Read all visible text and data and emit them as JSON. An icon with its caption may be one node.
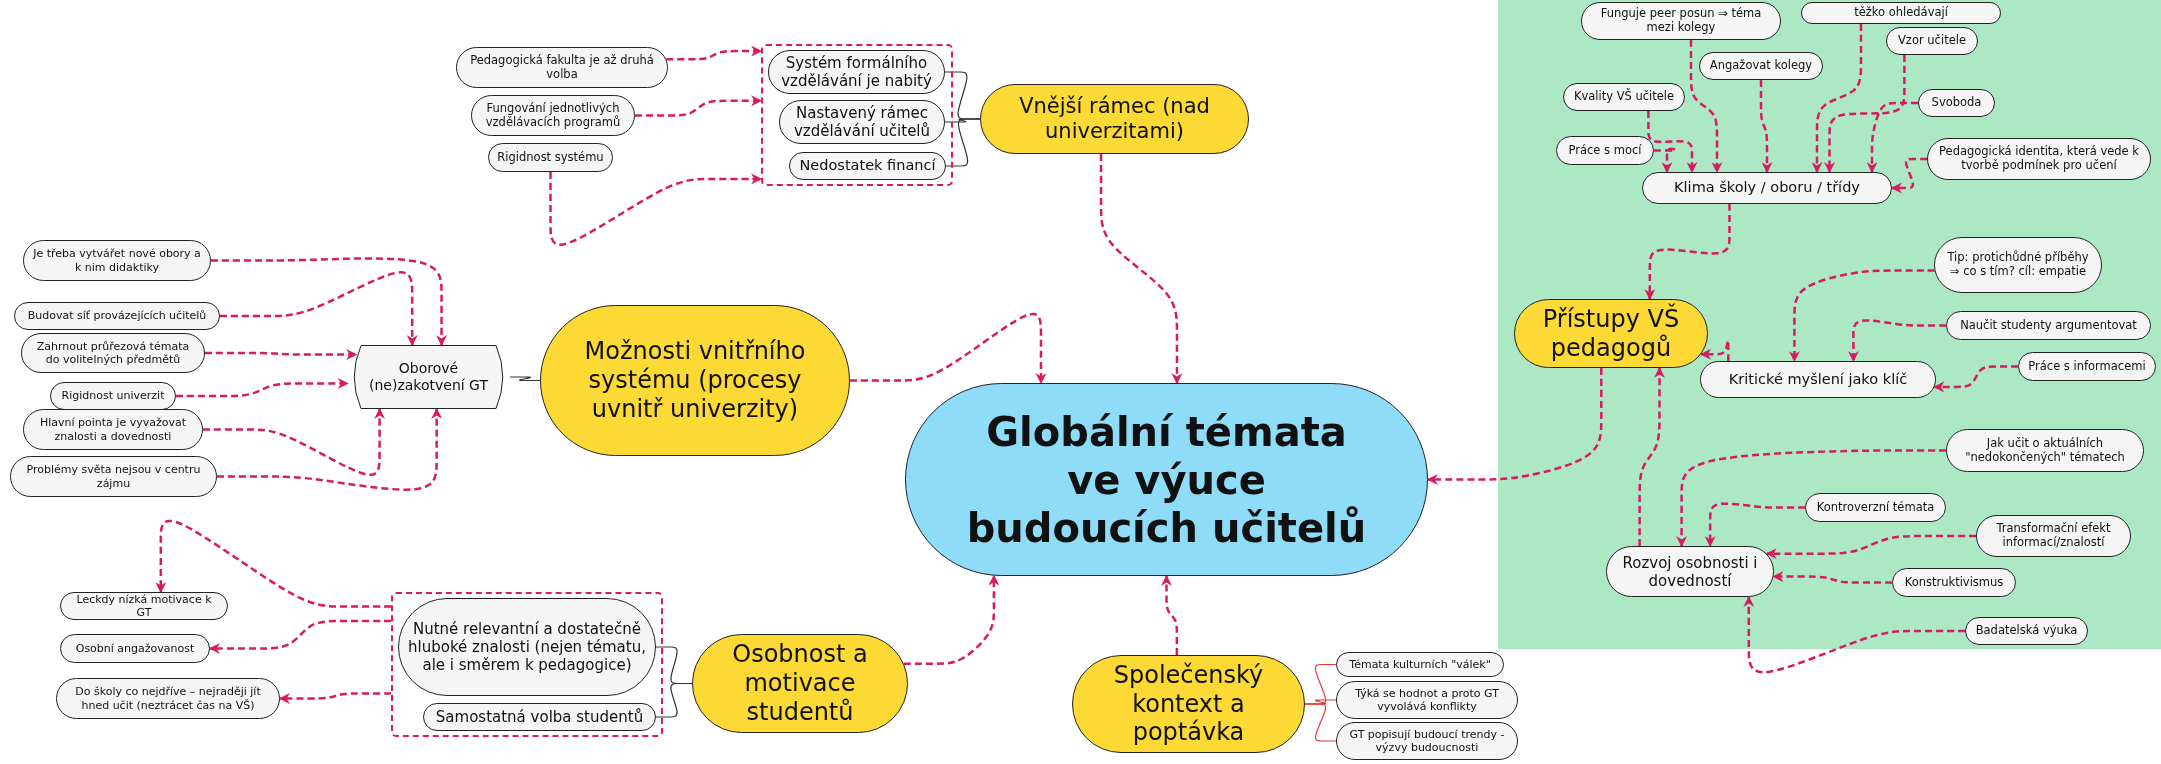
{
  "diagram": {
    "nodes": [
      {
        "text": [
          "Globální témata ve výuce budoucích učitelů"
        ]
      },
      {
        "text": [
          "Vnější rámec (nad univerzitami)"
        ]
      },
      {
        "text": [],
        "shape": "box"
      },
      {
        "text": [
          "Systém formálního vzdělávání je nabitý"
        ],
        "in": 2
      },
      {
        "text": [
          "Nastavený rámec vzdělávání učitelů"
        ],
        "in": 2
      },
      {
        "text": [
          "Nedostatek financí"
        ],
        "in": 2
      },
      {
        "text": [
          "Pedagogická fakulta je až druhá volba"
        ]
      },
      {
        "text": [
          "Fungování jednotlivých vzdělávacích programů"
        ]
      },
      {
        "text": [
          "Rigidnost systému"
        ]
      },
      {
        "text": [
          "Možnosti vnitřního systému (procesy uvnitř univerzity)"
        ]
      },
      {
        "text": [
          "Oborové (ne)zakotvení GT"
        ]
      },
      {
        "text": [
          "Je třeba vytvářet nové obory a k nim didaktiky"
        ]
      },
      {
        "text": [
          "Budovat síť provázejících učitelů"
        ]
      },
      {
        "text": [
          "Zahrnout průřezová témata do volitelných předmětů"
        ]
      },
      {
        "text": [
          "Rigidnost univerzit"
        ]
      },
      {
        "text": [
          "Hlavní pointa je vyvažovat znalosti a dovednosti"
        ]
      },
      {
        "text": [
          "Problémy světa nejsou v centru zájmu"
        ]
      },
      {
        "text": [
          "Osobnost a motivace studentů"
        ]
      },
      {
        "text": [],
        "shape": "box"
      },
      {
        "text": [
          "Nutné relevantní a dostatečně hluboké znalosti (nejen tématu, ale i směrem k pedagogice)"
        ],
        "in": 18
      },
      {
        "text": [
          "Samostatná volba studentů"
        ],
        "in": 18
      },
      {
        "text": [
          "Leckdy nízká motivace k GT"
        ]
      },
      {
        "text": [
          "Osobní angažovanost"
        ]
      },
      {
        "text": [
          "Do školy co nejdříve – nejraději jít hned učit (neztrácet čas na VŠ)"
        ]
      },
      {
        "text": [
          "Společenský kontext a poptávka"
        ]
      },
      {
        "text": [
          "Témata kulturních \"válek\""
        ]
      },
      {
        "text": [
          "Týká se hodnot a proto GT vyvolává konflikty"
        ]
      },
      {
        "text": [
          "GT popisují budoucí trendy - výzvy budoucnosti"
        ]
      },
      {
        "text": [
          "Přístupy VŠ pedagogů"
        ]
      },
      {
        "text": [
          "Klima školy / oboru / třídy"
        ]
      },
      {
        "text": [
          "Funguje peer posun ⇒ téma mezi kolegy"
        ]
      },
      {
        "text": [
          "těžko ohledávají"
        ]
      },
      {
        "text": [
          "Angažovat kolegy"
        ]
      },
      {
        "text": [
          "Vzor učitele"
        ]
      },
      {
        "text": [
          "Kvality VŠ učitele"
        ]
      },
      {
        "text": [
          "Svoboda"
        ]
      },
      {
        "text": [
          "Práce s mocí"
        ]
      },
      {
        "text": [
          "Pedagogická identita, která vede k tvorbě podmínek pro učení"
        ]
      },
      {
        "text": [
          "Kritické myšlení jako klíč"
        ]
      },
      {
        "text": [
          "Tip: protichůdné příběhy ⇒ co s tím? cíl: empatie"
        ]
      },
      {
        "text": [
          "Naučit studenty argumentovat"
        ]
      },
      {
        "text": [
          "Práce s informacemi"
        ]
      },
      {
        "text": [
          "Rozvoj osobnosti i dovedností"
        ]
      },
      {
        "text": [
          "Jak učit o aktuálních \"nedokončených\" tématech"
        ]
      },
      {
        "text": [
          "Kontroverzní témata"
        ]
      },
      {
        "text": [
          "Transformační efekt informací/znalostí"
        ]
      },
      {
        "text": [
          "Konstruktivismus"
        ]
      },
      {
        "text": [
          "Badatelská výuka"
        ]
      }
    ],
    "edges": [
      {
        "from": 1,
        "to": 0,
        "arrow": "to",
        "style": "dashed"
      },
      {
        "from": 3,
        "to": 1,
        "arrow": "none",
        "color": "#333333"
      },
      {
        "from": 4,
        "to": 1,
        "arrow": "none",
        "color": "#333333"
      },
      {
        "from": 5,
        "to": 1,
        "arrow": "none",
        "color": "#333333"
      },
      {
        "from": 6,
        "to": 2,
        "arrow": "to",
        "style": "dashed"
      },
      {
        "from": 7,
        "to": 2,
        "arrow": "to",
        "style": "dashed"
      },
      {
        "from": 8,
        "to": 2,
        "arrow": "to",
        "style": "dashed"
      },
      {
        "from": 9,
        "to": 0,
        "arrow": "to",
        "style": "dashed"
      },
      {
        "from": 10,
        "to": 9,
        "arrow": "none",
        "color": "#333333"
      },
      {
        "from": 11,
        "to": 10,
        "arrow": "to",
        "style": "dashed"
      },
      {
        "from": 12,
        "to": 10,
        "arrow": "to",
        "style": "dashed"
      },
      {
        "from": 13,
        "to": 10,
        "arrow": "to",
        "style": "dashed"
      },
      {
        "from": 14,
        "to": 10,
        "arrow": "to",
        "style": "dashed"
      },
      {
        "from": 15,
        "to": 10,
        "arrow": "to",
        "style": "dashed"
      },
      {
        "from": 16,
        "to": 10,
        "arrow": "to",
        "style": "dashed"
      },
      {
        "from": 17,
        "to": 0,
        "arrow": "to",
        "style": "dashed"
      },
      {
        "from": 19,
        "to": 17,
        "arrow": "none",
        "color": "#333333"
      },
      {
        "from": 20,
        "to": 17,
        "arrow": "none",
        "color": "#333333"
      },
      {
        "from": 18,
        "to": 21,
        "arrow": "to",
        "style": "dashed"
      },
      {
        "from": 18,
        "to": 22,
        "arrow": "to",
        "style": "dashed"
      },
      {
        "from": 18,
        "to": 23,
        "arrow": "to",
        "style": "dashed"
      },
      {
        "from": 24,
        "to": 0,
        "arrow": "to",
        "style": "dashed"
      },
      {
        "from": 24,
        "to": 25,
        "arrow": "none",
        "color": "#e53935"
      },
      {
        "from": 24,
        "to": 26,
        "arrow": "none",
        "color": "#e53935"
      },
      {
        "from": 24,
        "to": 27,
        "arrow": "none",
        "color": "#e53935"
      },
      {
        "from": 28,
        "to": 0,
        "arrow": "to",
        "style": "dashed"
      },
      {
        "from": 29,
        "to": 28,
        "arrow": "to",
        "style": "dashed"
      },
      {
        "from": 30,
        "to": 29,
        "arrow": "to",
        "style": "dashed"
      },
      {
        "from": 31,
        "to": 29,
        "arrow": "to",
        "style": "dashed"
      },
      {
        "from": 32,
        "to": 29,
        "arrow": "to",
        "style": "dashed"
      },
      {
        "from": 33,
        "to": 29,
        "arrow": "to",
        "style": "dashed"
      },
      {
        "from": 34,
        "to": 29,
        "arrow": "to",
        "style": "dashed"
      },
      {
        "from": 35,
        "to": 29,
        "arrow": "to",
        "style": "dashed"
      },
      {
        "from": 36,
        "to": 29,
        "arrow": "to",
        "style": "dashed"
      },
      {
        "from": 37,
        "to": 29,
        "arrow": "to",
        "style": "dashed"
      },
      {
        "from": 38,
        "to": 28,
        "arrow": "to",
        "style": "dashed"
      },
      {
        "from": 39,
        "to": 38,
        "arrow": "to",
        "style": "dashed"
      },
      {
        "from": 40,
        "to": 38,
        "arrow": "to",
        "style": "dashed"
      },
      {
        "from": 41,
        "to": 38,
        "arrow": "to",
        "style": "dashed"
      },
      {
        "from": 42,
        "to": 28,
        "arrow": "to",
        "style": "dashed"
      },
      {
        "from": 43,
        "to": 42,
        "arrow": "to",
        "style": "dashed"
      },
      {
        "from": 44,
        "to": 42,
        "arrow": "to",
        "style": "dashed"
      },
      {
        "from": 45,
        "to": 42,
        "arrow": "to",
        "style": "dashed"
      },
      {
        "from": 46,
        "to": 42,
        "arrow": "to",
        "style": "dashed"
      },
      {
        "from": 47,
        "to": 42,
        "arrow": "to",
        "style": "dashed"
      }
    ]
  }
}
